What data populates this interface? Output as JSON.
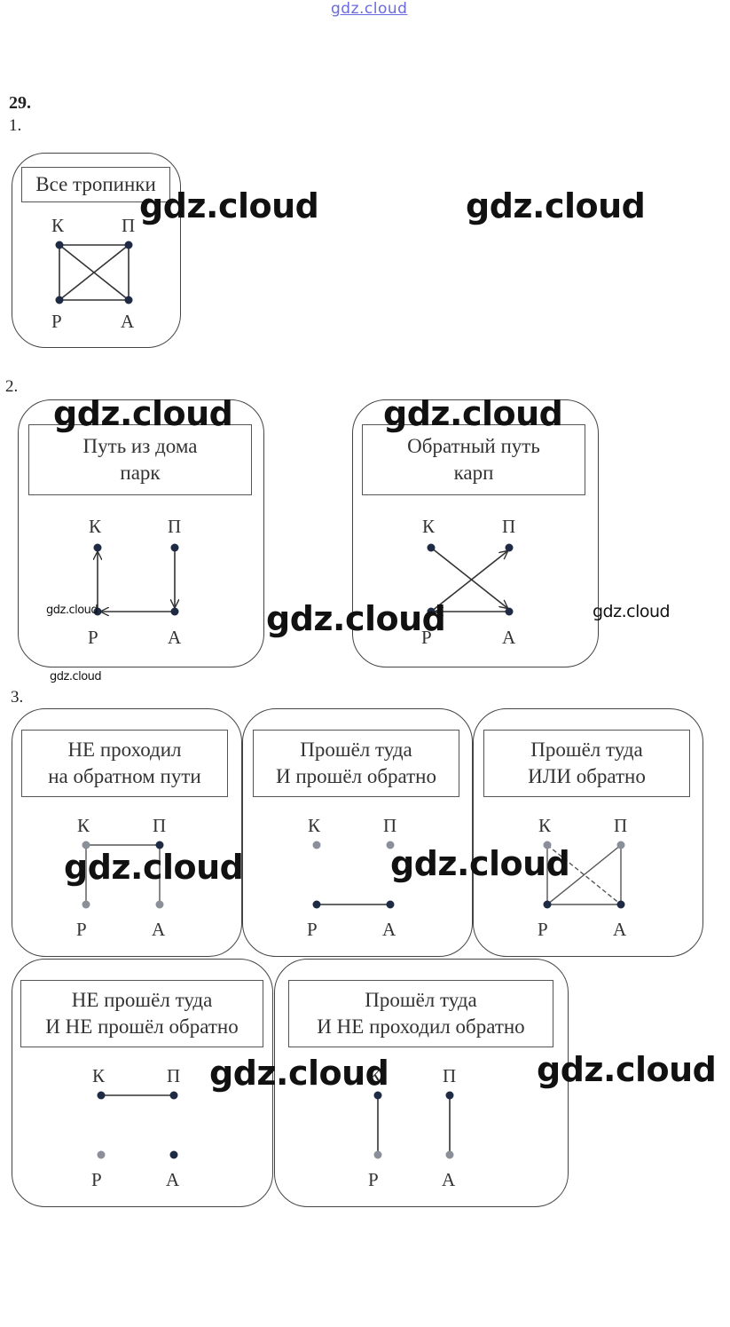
{
  "watermark": {
    "top": "gdz.cloud",
    "big": "gdz.cloud",
    "small": "gdz.cloud"
  },
  "task": {
    "number": "29."
  },
  "sections": {
    "s1": {
      "number": "1.",
      "panels": [
        {
          "title": [
            "Все тропинки"
          ]
        }
      ]
    },
    "s2": {
      "number": "2.",
      "panels": [
        {
          "title": [
            "Путь из дома",
            "парк"
          ]
        },
        {
          "title": [
            "Обратный путь",
            "карп"
          ]
        }
      ]
    },
    "s3": {
      "number": "3.",
      "panels": [
        {
          "title": [
            "НЕ проходил",
            "на обратном пути"
          ]
        },
        {
          "title": [
            "Прошёл туда",
            "И прошёл обратно"
          ]
        },
        {
          "title": [
            "Прошёл туда",
            "ИЛИ обратно"
          ]
        },
        {
          "title": [
            "НЕ прошёл туда",
            "И НЕ прошёл обратно"
          ]
        },
        {
          "title": [
            "Прошёл туда",
            "И НЕ проходил обратно"
          ]
        }
      ]
    }
  },
  "nodes": {
    "k": "К",
    "p": "П",
    "r": "Р",
    "a": "А"
  },
  "colors": {
    "node": "#1f2a44",
    "node_faded": "#8a8f99",
    "edge": "#333333"
  }
}
